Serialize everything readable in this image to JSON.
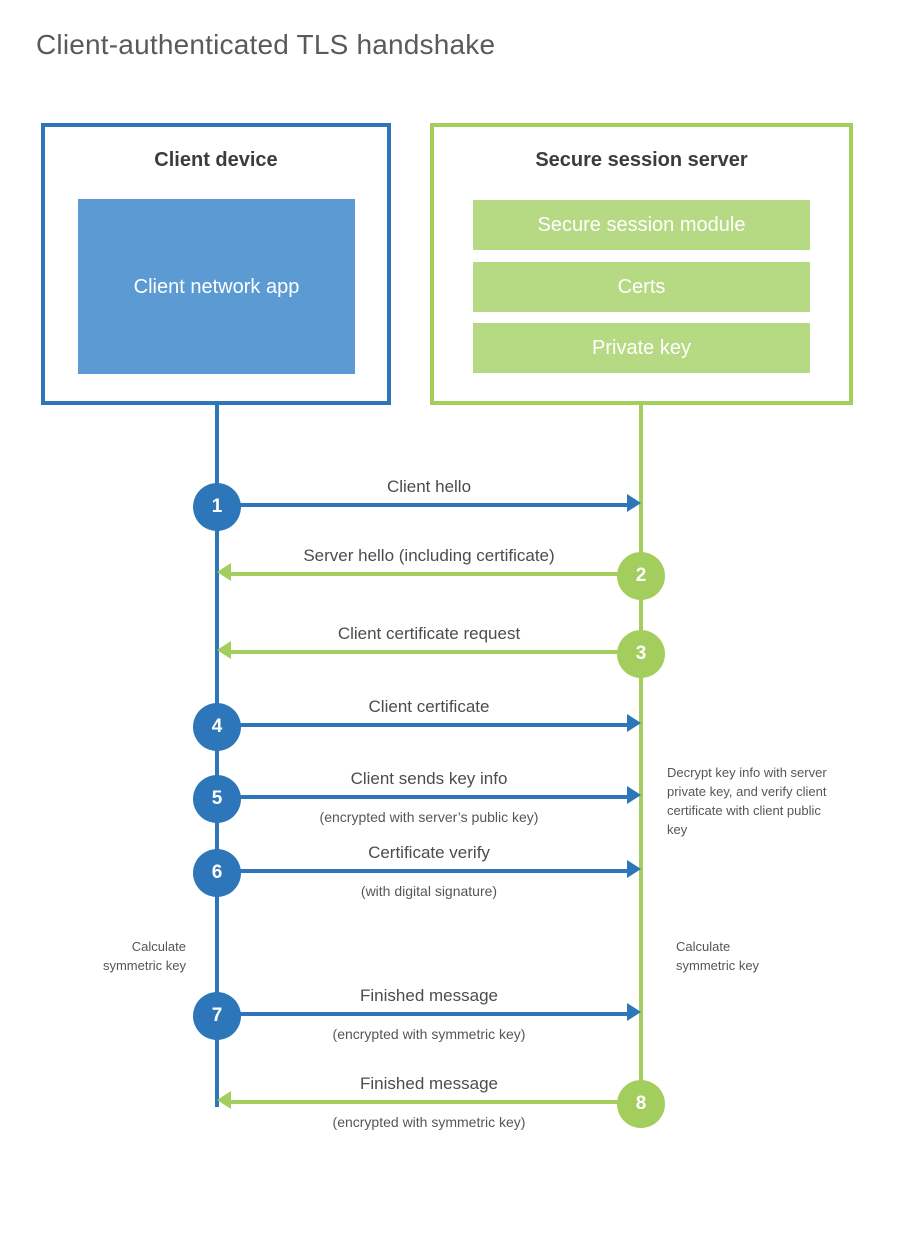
{
  "title": "Client-authenticated TLS handshake",
  "client_box": {
    "title": "Client device",
    "app_label": "Client network app"
  },
  "server_box": {
    "title": "Secure session server",
    "modules": [
      "Secure session module",
      "Certs",
      "Private key"
    ]
  },
  "messages": [
    {
      "num": "1",
      "label": "Client hello",
      "sub": "",
      "direction": "client-to-server"
    },
    {
      "num": "2",
      "label": "Server hello (including certificate)",
      "sub": "",
      "direction": "server-to-client"
    },
    {
      "num": "3",
      "label": "Client certificate request",
      "sub": "",
      "direction": "server-to-client"
    },
    {
      "num": "4",
      "label": "Client certificate",
      "sub": "",
      "direction": "client-to-server"
    },
    {
      "num": "5",
      "label": "Client sends key info",
      "sub": "(encrypted with server’s public key)",
      "direction": "client-to-server"
    },
    {
      "num": "6",
      "label": "Certificate verify",
      "sub": "(with digital signature)",
      "direction": "client-to-server"
    },
    {
      "num": "7",
      "label": "Finished message",
      "sub": "(encrypted with symmetric key)",
      "direction": "client-to-server"
    },
    {
      "num": "8",
      "label": "Finished message",
      "sub": "(encrypted with symmetric key)",
      "direction": "server-to-client"
    }
  ],
  "notes": {
    "decrypt": "Decrypt key info with server private key, and verify client certificate with client public key",
    "calculate_left": "Calculate symmetric key",
    "calculate_right": "Calculate symmetric key"
  },
  "colors": {
    "blue": "#2c76b9",
    "light_blue": "#5b9ad3",
    "green": "#a3cd5c",
    "light_green": "#b6d983"
  }
}
